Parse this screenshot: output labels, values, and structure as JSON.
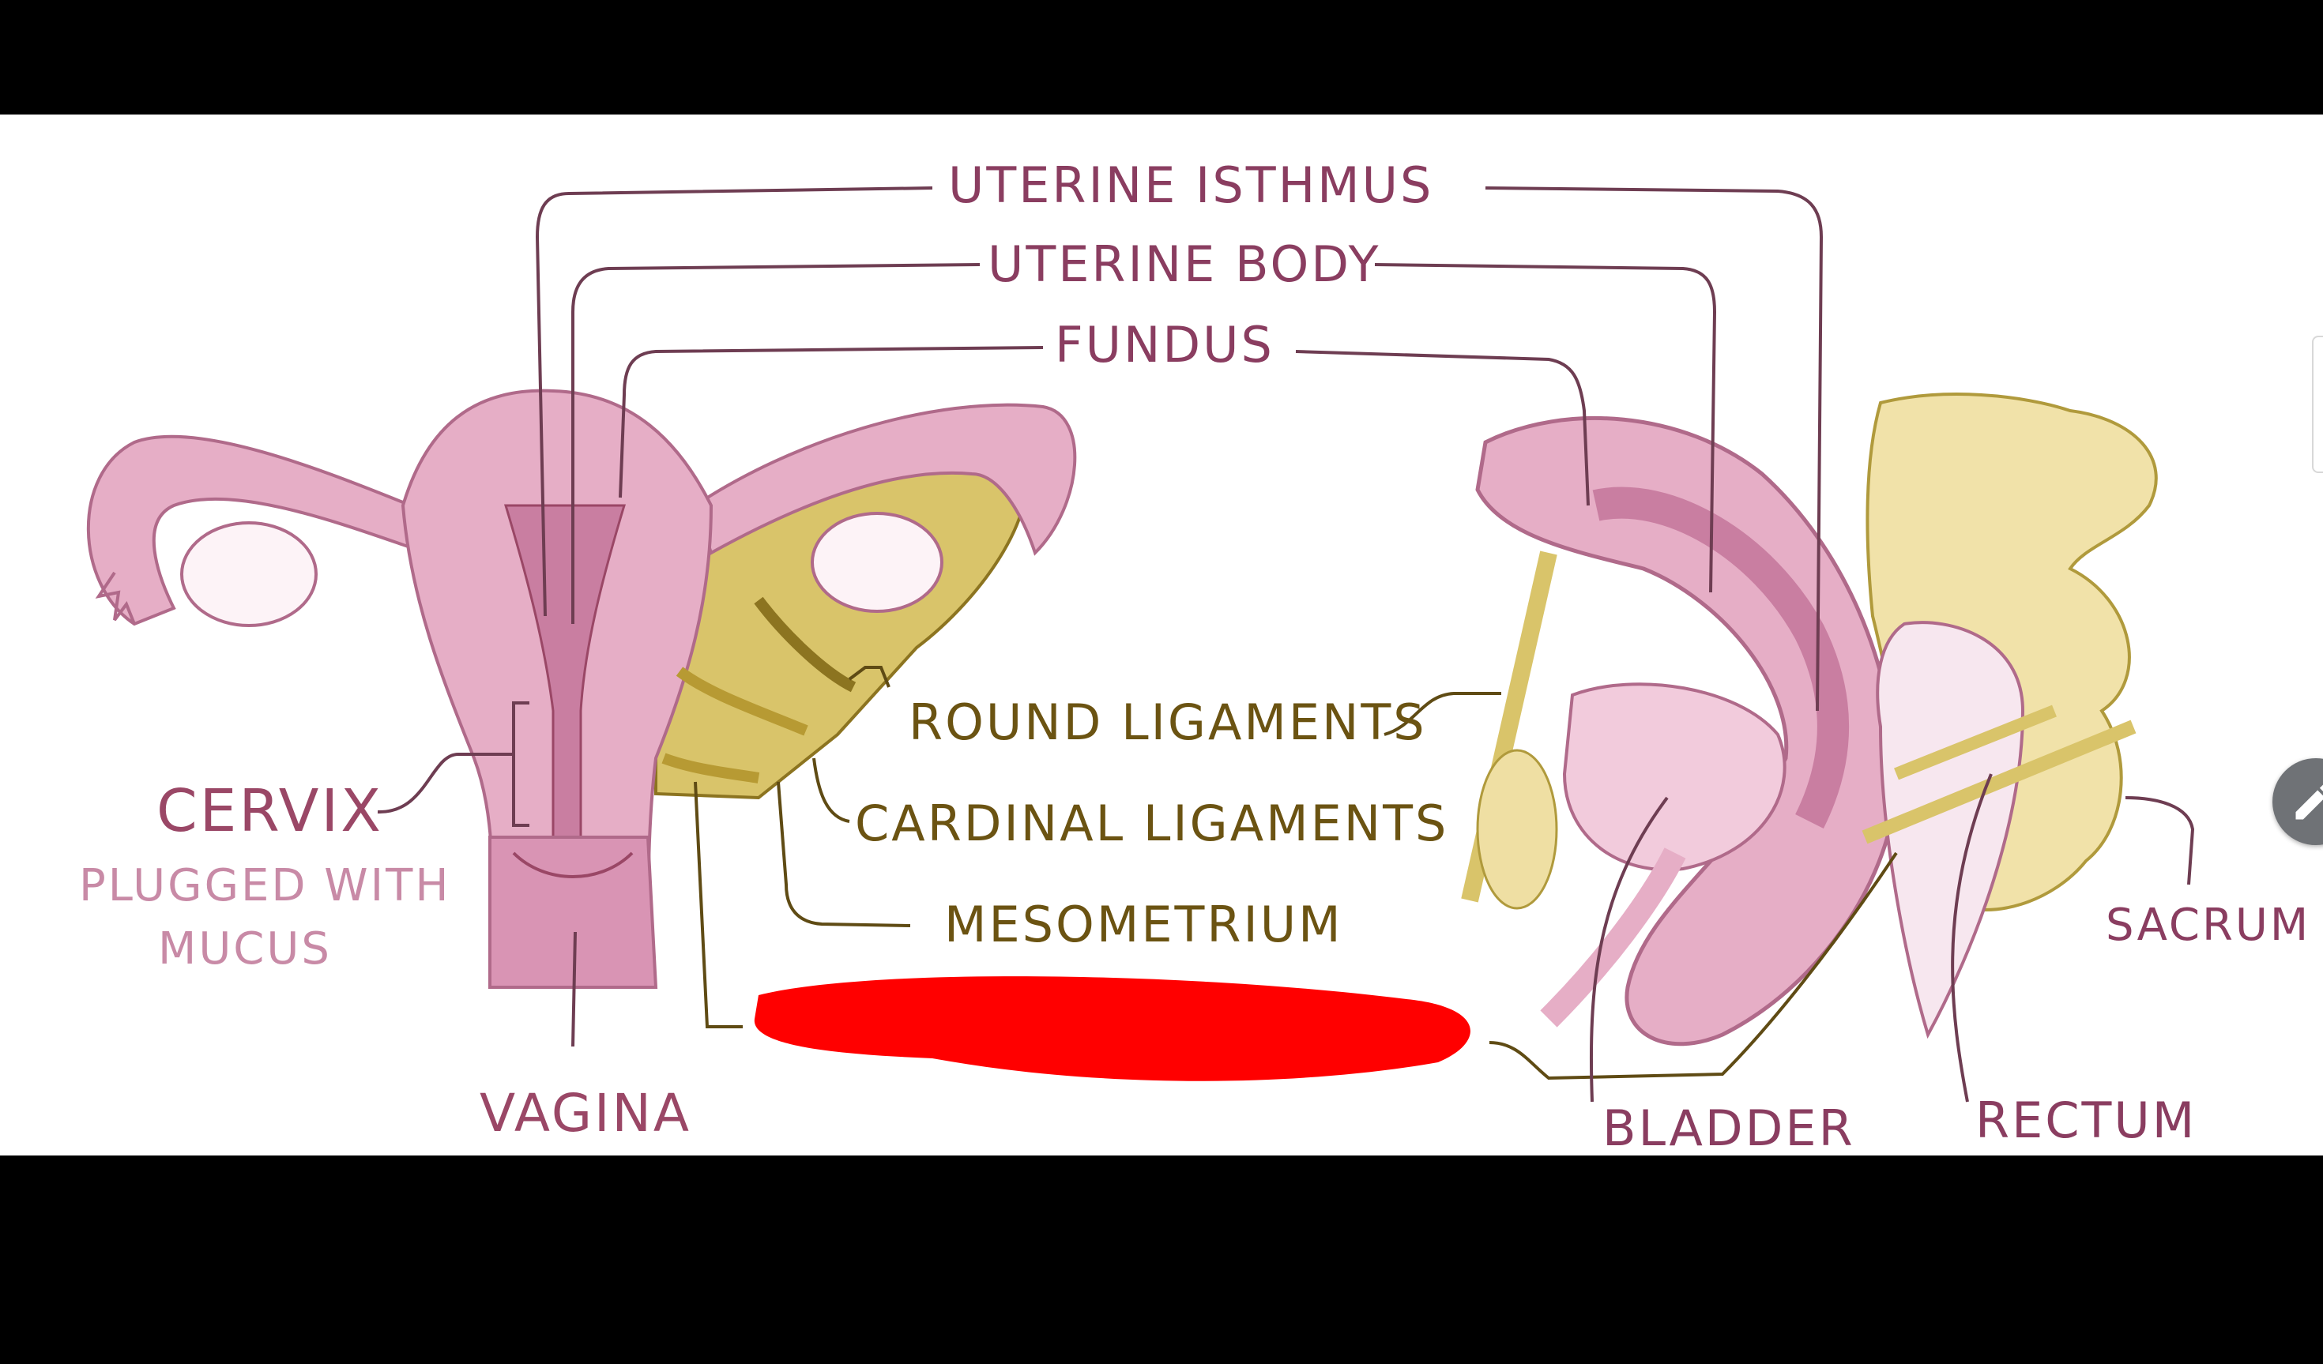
{
  "diagram": {
    "labels": {
      "uterine_isthmus": "Uterine Isthmus",
      "uterine_body": "Uterine Body",
      "fundus": "Fundus",
      "round_ligaments": "Round Ligaments",
      "cardinal_ligaments": "Cardinal Ligaments",
      "mesometrium": "Mesometrium",
      "cervix": "Cervix",
      "cervix_note_line1": "Plugged With",
      "cervix_note_line2": "Mucus",
      "vagina": "Vagina",
      "sacrum": "Sacrum",
      "bladder": "Bladder",
      "rectum": "Rectum"
    },
    "colors": {
      "background": "#ffffff",
      "letterbox": "#000000",
      "uterus_pink": "#e6aec6",
      "uterus_dark": "#c97ea1",
      "ligament_gold": "#d9c46a",
      "sacrum_cream": "#f1e2a9",
      "redaction": "#ff0000",
      "label_pink": "#9a4766",
      "label_gold": "#6b5312"
    },
    "icons": {
      "edit_button": "pencil-icon"
    }
  }
}
